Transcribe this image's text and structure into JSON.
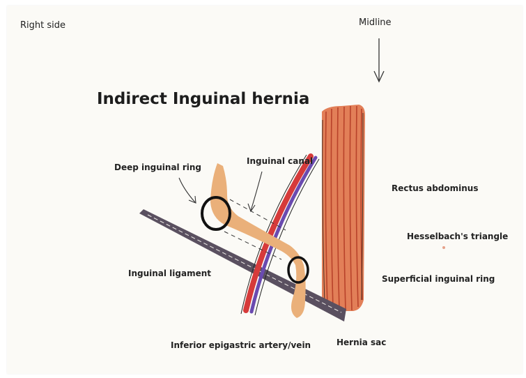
{
  "corner_label": "Right side",
  "midline_label": "Midline",
  "title": "Indirect Inguinal hernia",
  "labels": {
    "deep_ring": "Deep inguinal ring",
    "canal": "Inguinal canal",
    "rectus": "Rectus abdominus",
    "hesselbach": "Hesselbach's triangle",
    "ligament": "Inguinal ligament",
    "superficial_ring": "Superficial inguinal ring",
    "epigastric": "Inferior epigastric artery/vein",
    "sac": "Hernia sac"
  },
  "colors": {
    "rectus_fill": "#e0744a",
    "rectus_stripe": "#b8422a",
    "ligament": "#5a5060",
    "artery": "#d63a3a",
    "vein": "#6a4ab0",
    "hernia": "#eab07a",
    "ring": "#111111"
  }
}
